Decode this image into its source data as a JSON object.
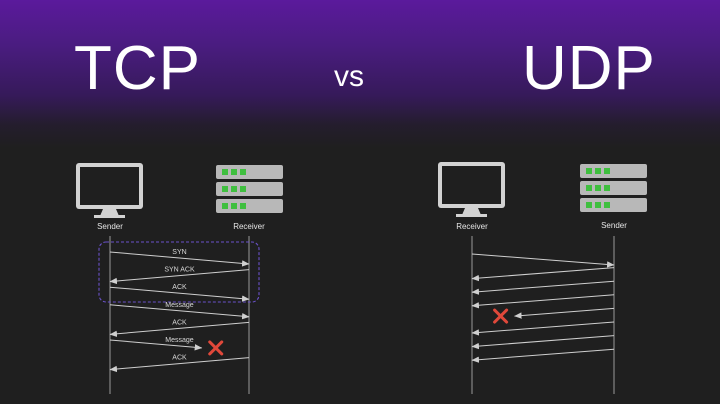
{
  "titles": {
    "left": "TCP",
    "middle": "vs",
    "right": "UDP"
  },
  "tcp": {
    "left_label": "Sender",
    "right_label": "Receiver",
    "messages": [
      {
        "label": "SYN",
        "direction": "right",
        "lost": false
      },
      {
        "label": "SYN ACK",
        "direction": "left",
        "lost": false
      },
      {
        "label": "ACK",
        "direction": "right",
        "lost": false
      },
      {
        "label": "Message",
        "direction": "right",
        "lost": false
      },
      {
        "label": "ACK",
        "direction": "left",
        "lost": false
      },
      {
        "label": "Message",
        "direction": "right",
        "lost": true
      },
      {
        "label": "ACK",
        "direction": "left",
        "lost": false
      }
    ]
  },
  "udp": {
    "left_label": "Receiver",
    "right_label": "Sender",
    "messages": [
      {
        "label": "",
        "direction": "right",
        "lost": false
      },
      {
        "label": "",
        "direction": "left",
        "lost": false
      },
      {
        "label": "",
        "direction": "left",
        "lost": false
      },
      {
        "label": "",
        "direction": "left",
        "lost": false
      },
      {
        "label": "",
        "direction": "left",
        "lost": true
      },
      {
        "label": "",
        "direction": "left",
        "lost": false
      },
      {
        "label": "",
        "direction": "left",
        "lost": false
      },
      {
        "label": "",
        "direction": "left",
        "lost": false
      }
    ]
  },
  "colors": {
    "arrow": "#cfcfcf",
    "lifeline": "#9a9a9a",
    "handshake_box": "#6a52c8",
    "lost_x": "#e0483a",
    "server_led": "#3fbf3f",
    "device": "#d2d2d2"
  },
  "icons": {
    "computer": "computer-monitor-icon",
    "server": "server-rack-icon",
    "lost": "x-mark-icon"
  }
}
